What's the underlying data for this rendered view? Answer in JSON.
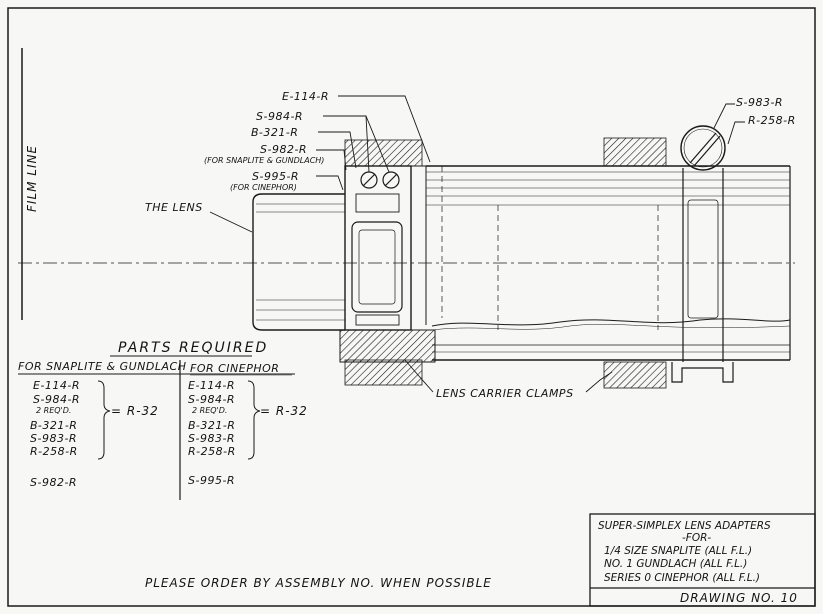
{
  "labels": {
    "film_line": "FILM LINE",
    "the_lens": "THE LENS",
    "e114": "E-114-R",
    "s984": "S-984-R",
    "b321": "B-321-R",
    "s982": "S-982-R",
    "s982_note": "(FOR SNAPLITE & GUNDLACH)",
    "s995": "S-995-R",
    "s995_note": "(FOR CINEPHOR)",
    "s983": "S-983-R",
    "r258": "R-258-R",
    "clamps": "LENS CARRIER CLAMPS"
  },
  "parts": {
    "heading": "PARTS REQUIRED",
    "snaplite": {
      "header": "FOR SNAPLITE & GUNDLACH",
      "items": [
        "E-114-R",
        "S-984-R",
        "B-321-R",
        "S-983-R",
        "R-258-R"
      ],
      "qty_note": "2 REQ'D.",
      "total": "= R-32",
      "extra": "S-982-R"
    },
    "cinephor": {
      "header": "FOR CINEPHOR",
      "items": [
        "E-114-R",
        "S-984-R",
        "B-321-R",
        "S-983-R",
        "R-258-R"
      ],
      "qty_note": "2 REQ'D.",
      "total": "= R-32",
      "extra": "S-995-R"
    }
  },
  "order_note": "PLEASE ORDER BY ASSEMBLY NO. WHEN POSSIBLE",
  "title_block": {
    "line1": "SUPER-SIMPLEX LENS ADAPTERS",
    "line2": "-FOR-",
    "line3": "1/4 SIZE SNAPLITE (ALL F.L.)",
    "line4": "NO. 1 GUNDLACH (ALL F.L.)",
    "line5": "SERIES 0 CINEPHOR (ALL F.L.)",
    "drawing_no": "DRAWING NO. 10"
  }
}
